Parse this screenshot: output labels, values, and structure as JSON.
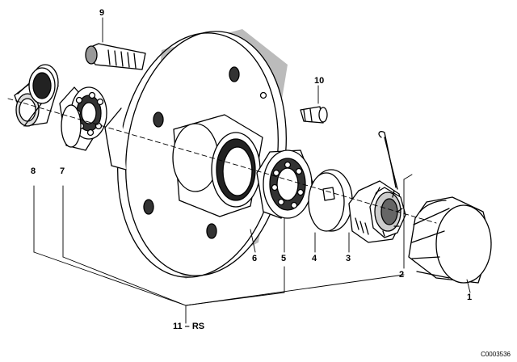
{
  "diagram": {
    "callouts": [
      {
        "id": "c1",
        "text": "1"
      },
      {
        "id": "c2",
        "text": "2"
      },
      {
        "id": "c3",
        "text": "3"
      },
      {
        "id": "c4",
        "text": "4"
      },
      {
        "id": "c5",
        "text": "5"
      },
      {
        "id": "c6",
        "text": "6"
      },
      {
        "id": "c7",
        "text": "7"
      },
      {
        "id": "c8",
        "text": "8"
      },
      {
        "id": "c9",
        "text": "9"
      },
      {
        "id": "c10",
        "text": "10"
      },
      {
        "id": "c11",
        "text": "11 – RS"
      }
    ],
    "drawing_code": "C0003536"
  }
}
